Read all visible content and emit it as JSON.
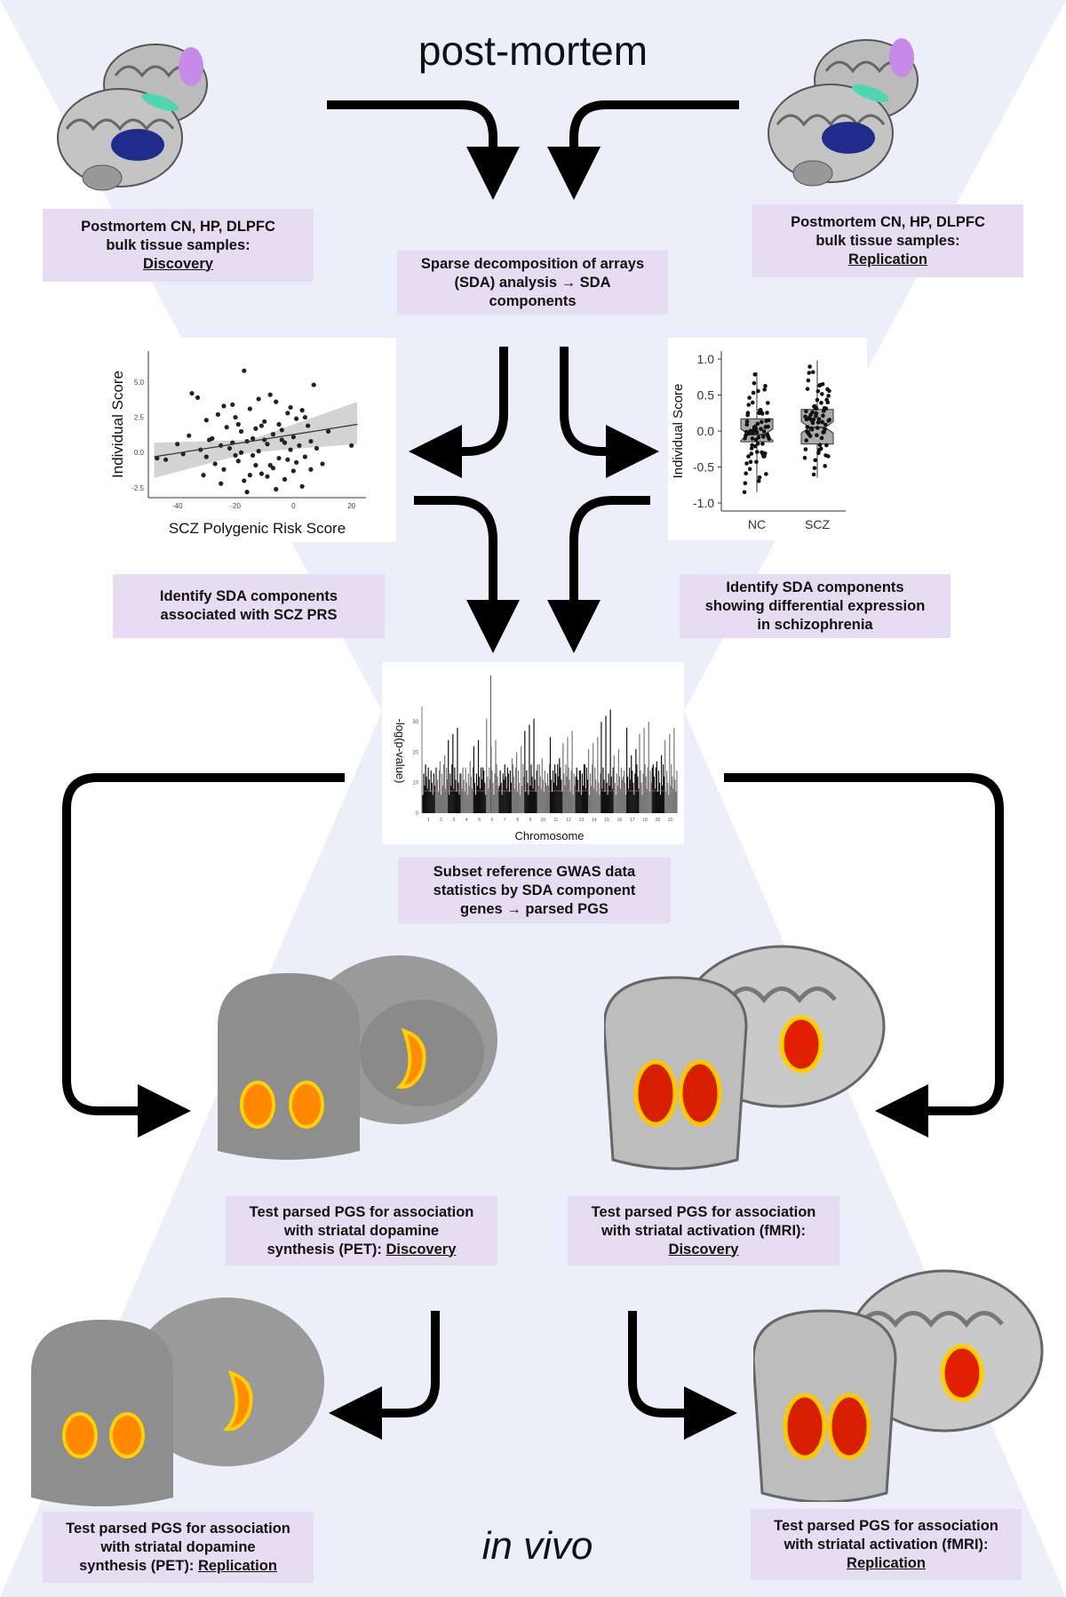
{
  "header": {
    "title": "post-mortem"
  },
  "footer": {
    "title": "in vivo"
  },
  "boxes": {
    "pm_discovery": {
      "line1": "Postmortem CN, HP, DLPFC",
      "line2": "bulk tissue samples:",
      "line3": "Discovery"
    },
    "pm_replication": {
      "line1": "Postmortem CN, HP, DLPFC",
      "line2": "bulk tissue samples:",
      "line3": "Replication"
    },
    "sda": {
      "line1": "Sparse decomposition of arrays",
      "line2": "(SDA) analysis → SDA",
      "line3": "components"
    },
    "prs": {
      "line1": "Identify SDA components",
      "line2": "associated with SCZ PRS"
    },
    "diffexp": {
      "line1": "Identify SDA components",
      "line2": "showing differential expression",
      "line3": "in schizophrenia"
    },
    "gwas": {
      "line1": "Subset reference GWAS data",
      "line2": "statistics by SDA component",
      "line3": "genes → parsed PGS"
    },
    "pet_discovery": {
      "line1": "Test parsed PGS for association",
      "line2": "with striatal dopamine",
      "line3a": "synthesis (PET): ",
      "line3b": "Discovery"
    },
    "fmri_discovery": {
      "line1": "Test parsed PGS for association",
      "line2": "with striatal activation (fMRI):",
      "line3": "Discovery"
    },
    "pet_replication": {
      "line1": "Test parsed PGS for association",
      "line2": "with striatal dopamine",
      "line3a": "synthesis (PET): ",
      "line3b": "Replication"
    },
    "fmri_replication": {
      "line1": "Test parsed PGS for association",
      "line2": "with striatal activation (fMRI):",
      "line3": "Replication"
    }
  },
  "chart_data": [
    {
      "type": "scatter",
      "xlabel": "SCZ Polygenic Risk Score",
      "ylabel": "Individual Score",
      "xlim": [
        -50,
        25
      ],
      "ylim": [
        -3.2,
        7.2
      ],
      "xticks": [
        "-40",
        "-20",
        "0",
        "20"
      ],
      "yticks": [
        "5.0",
        "2.5",
        "0.0",
        "-2.5"
      ],
      "trend": {
        "x": [
          -48,
          22
        ],
        "y": [
          -0.3,
          2.0
        ]
      },
      "points": [
        [
          -35,
          4.2
        ],
        [
          -33,
          3.9
        ],
        [
          -30,
          2.3
        ],
        [
          -28,
          1.0
        ],
        [
          -25,
          0.5
        ],
        [
          -24,
          -1.2
        ],
        [
          -22,
          0.3
        ],
        [
          -20,
          2.5
        ],
        [
          -19,
          -0.6
        ],
        [
          -18,
          1.5
        ],
        [
          -17,
          -2.0
        ],
        [
          -16,
          0.8
        ],
        [
          -15,
          3.1
        ],
        [
          -14,
          -0.2
        ],
        [
          -13,
          1.7
        ],
        [
          -12,
          0.1
        ],
        [
          -11,
          -1.5
        ],
        [
          -10,
          2.2
        ],
        [
          -9,
          0.6
        ],
        [
          -8,
          -0.9
        ],
        [
          -7,
          1.3
        ],
        [
          -6,
          3.6
        ],
        [
          -5,
          -0.4
        ],
        [
          -4,
          0.9
        ],
        [
          -3,
          -1.9
        ],
        [
          -2,
          2.8
        ],
        [
          -1,
          0.2
        ],
        [
          0,
          1.1
        ],
        [
          1,
          -0.7
        ],
        [
          2,
          0.5
        ],
        [
          3,
          3.0
        ],
        [
          4,
          -0.3
        ],
        [
          5,
          1.9
        ],
        [
          6,
          -1.2
        ],
        [
          7,
          4.8
        ],
        [
          8,
          0.3
        ],
        [
          10,
          -0.8
        ],
        [
          12,
          1.5
        ],
        [
          -38,
          -0.1
        ],
        [
          -36,
          1.2
        ],
        [
          -40,
          0.6
        ],
        [
          -44,
          -0.5
        ],
        [
          -26,
          2.7
        ],
        [
          -27,
          -0.8
        ],
        [
          -29,
          0.9
        ],
        [
          -31,
          -1.6
        ],
        [
          -21,
          3.4
        ],
        [
          -23,
          1.8
        ],
        [
          -12,
          3.8
        ],
        [
          -8,
          4.1
        ],
        [
          -6,
          -2.6
        ],
        [
          -16,
          -2.8
        ],
        [
          -20,
          -0.2
        ],
        [
          -10,
          0.9
        ],
        [
          -2,
          -0.5
        ],
        [
          1,
          2.4
        ],
        [
          -5,
          2.0
        ],
        [
          -14,
          1.0
        ],
        [
          -25,
          -2.2
        ],
        [
          -32,
          0.2
        ],
        [
          -18,
          0.0
        ],
        [
          -11,
          1.9
        ],
        [
          -3,
          0.7
        ],
        [
          6,
          0.8
        ],
        [
          -17,
          5.8
        ],
        [
          -9,
          -1.7
        ],
        [
          -13,
          -0.9
        ],
        [
          -24,
          3.3
        ],
        [
          -7,
          -1.1
        ],
        [
          3,
          -2.4
        ],
        [
          20,
          0.5
        ],
        [
          -47,
          -0.4
        ],
        [
          0,
          -1.3
        ],
        [
          -19,
          2.0
        ],
        [
          -15,
          -1.6
        ],
        [
          -21,
          0.7
        ],
        [
          -30,
          -0.3
        ],
        [
          -4,
          1.6
        ],
        [
          -1,
          3.2
        ],
        [
          4,
          2.5
        ]
      ]
    },
    {
      "type": "box",
      "ylabel": "Individual Score",
      "categories": [
        "NC",
        "SCZ"
      ],
      "ylim": [
        -1.0,
        1.0
      ],
      "yticks": [
        "1.0",
        "0.5",
        "0.0",
        "-0.5",
        "-1.0"
      ],
      "boxes": [
        {
          "q1": -0.15,
          "median": -0.05,
          "q3": 0.17,
          "min": -0.85,
          "max": 0.82
        },
        {
          "q1": -0.18,
          "median": 0.05,
          "q3": 0.3,
          "min": -0.65,
          "max": 0.98
        }
      ]
    },
    {
      "type": "scatter",
      "xlabel": "Chromosome",
      "ylabel": "-log(p-value)",
      "yticks": [
        "30",
        "20",
        "10",
        "0"
      ],
      "xticks": [
        "1",
        "2",
        "3",
        "4",
        "5",
        "6",
        "7",
        "8",
        "9",
        "10",
        "11",
        "12",
        "13",
        "14",
        "15",
        "16",
        "17",
        "18",
        "20",
        "22"
      ]
    }
  ]
}
